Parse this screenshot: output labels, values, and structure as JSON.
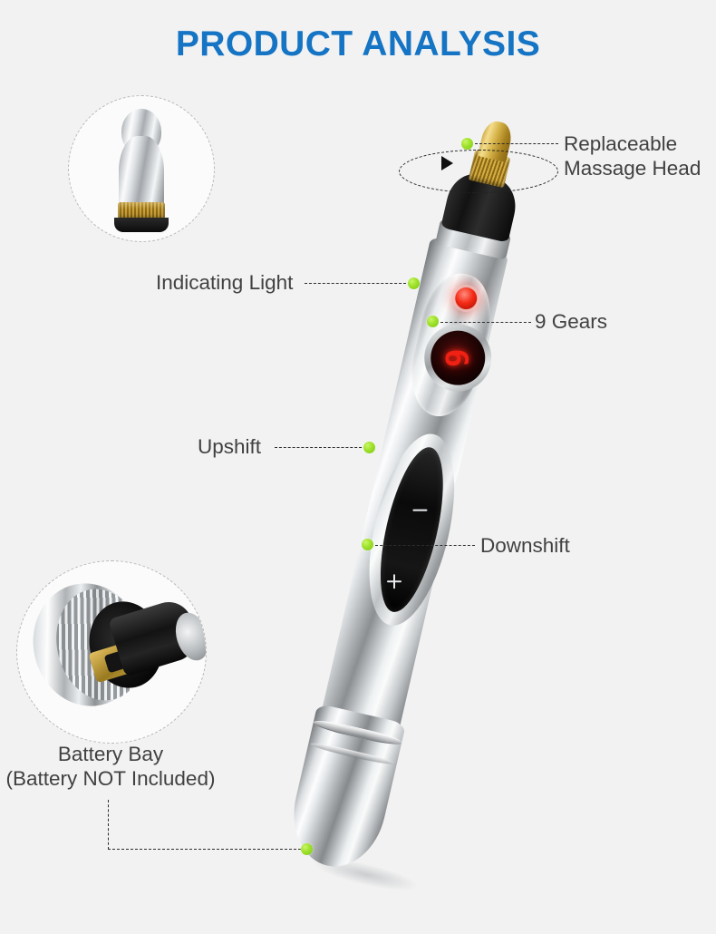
{
  "page": {
    "title": "PRODUCT ANALYSIS",
    "background_color": "#f2f2f2",
    "title_color": "#1574c4",
    "label_color": "#414141",
    "marker_color": "#9ee02a",
    "leader_color": "#2d2d2d"
  },
  "callouts": {
    "replaceable_massage_head": {
      "line1": "Replaceable",
      "line2": "Massage Head"
    },
    "indicating_light": "Indicating Light",
    "gears": "9 Gears",
    "upshift": "Upshift",
    "downshift": "Downshift",
    "battery_bay": {
      "line1": "Battery Bay",
      "line2": "(Battery NOT Included)"
    }
  },
  "device": {
    "display_value": "9",
    "upshift_symbol": "−",
    "downshift_symbol": "+",
    "led_color": "#f42b16",
    "display_digit_color": "#f02013"
  },
  "insets": {
    "massage_head": "massage-head-detail",
    "battery_bay": "battery-bay-detail"
  },
  "icons": {
    "rotation_arrow": "rotation-arrow-icon",
    "rotation_ellipse": "rotation-ellipse-icon",
    "marker_dot": "marker-dot-icon"
  }
}
